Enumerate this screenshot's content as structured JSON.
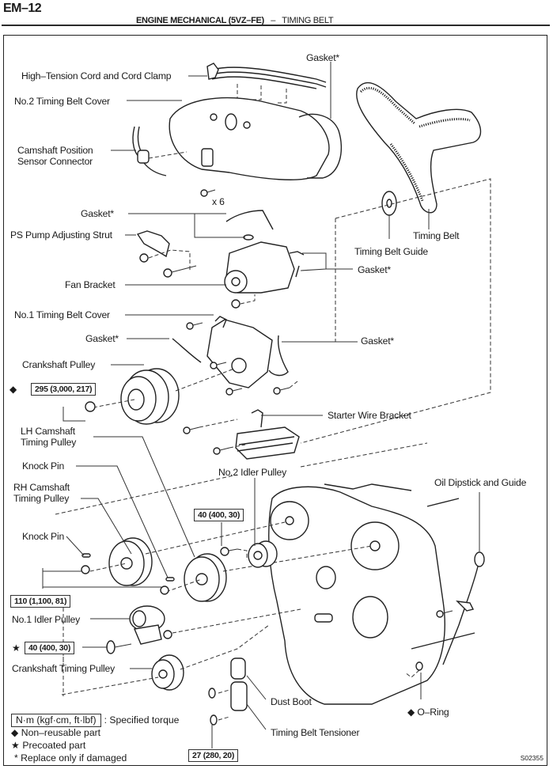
{
  "header": {
    "page_number": "EM–12",
    "section": "ENGINE MECHANICAL (5VZ–FE)",
    "separator": "–",
    "subsection": "TIMING BELT"
  },
  "labels": {
    "gasket_top": "Gasket*",
    "high_tension_cord": "High–Tension Cord and Cord Clamp",
    "no2_timing_belt_cover": "No.2 Timing Belt Cover",
    "camshaft_position_sensor_1": "Camshaft Position",
    "camshaft_position_sensor_2": "Sensor Connector",
    "bolt_count": "x 6",
    "gasket_strut": "Gasket*",
    "ps_pump_strut": "PS Pump Adjusting Strut",
    "timing_belt": "Timing Belt",
    "timing_belt_guide": "Timing Belt Guide",
    "gasket_fan_right": "Gasket*",
    "fan_bracket": "Fan Bracket",
    "no1_timing_belt_cover": "No.1 Timing Belt Cover",
    "gasket_no1_left": "Gasket*",
    "gasket_no1_right": "Gasket*",
    "crankshaft_pulley": "Crankshaft Pulley",
    "starter_wire_bracket": "Starter Wire Bracket",
    "lh_camshaft_pulley_1": "LH Camshaft",
    "lh_camshaft_pulley_2": "Timing Pulley",
    "knock_pin_1": "Knock Pin",
    "no2_idler_pulley": "No.2 Idler Pulley",
    "oil_dipstick": "Oil Dipstick and Guide",
    "rh_camshaft_pulley_1": "RH Camshaft",
    "rh_camshaft_pulley_2": "Timing Pulley",
    "knock_pin_2": "Knock Pin",
    "no1_idler_pulley": "No.1 Idler Pulley",
    "crankshaft_timing_pulley": "Crankshaft Timing Pulley",
    "dust_boot": "Dust Boot",
    "o_ring": "O–Ring",
    "timing_belt_tensioner": "Timing Belt Tensioner"
  },
  "torques": {
    "crankshaft_pulley_bolt": "295 (3,000, 217)",
    "no2_idler_bolt": "40 (400, 30)",
    "camshaft_pulley_bolts": "110 (1,100, 81)",
    "no1_idler_bolt": "40 (400, 30)",
    "tensioner_bolts": "27 (280, 20)"
  },
  "symbols": {
    "non_reusable": "◆",
    "precoated": "★"
  },
  "legend": {
    "torque_units": "N·m (kgf·cm, ft·lbf)",
    "torque_desc": ": Specified torque",
    "non_reusable": "Non–reusable part",
    "precoated": "Precoated part",
    "replace_if_damaged": "* Replace only if damaged"
  },
  "figure_id": "S02355"
}
